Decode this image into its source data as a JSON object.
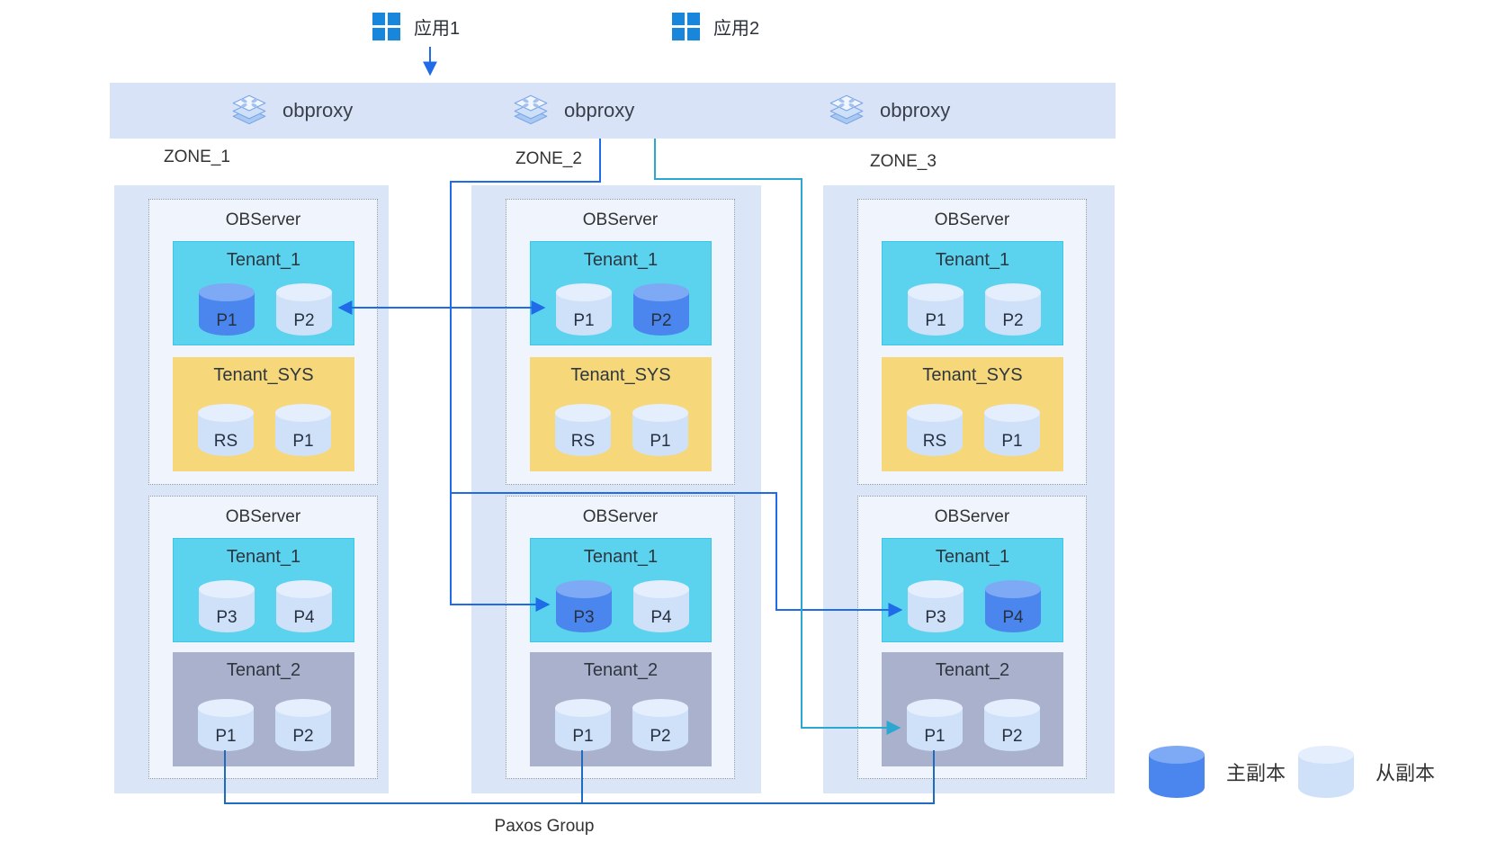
{
  "apps": [
    {
      "label": "应用1"
    },
    {
      "label": "应用2"
    }
  ],
  "obproxy_bar": {
    "items": [
      {
        "label": "obproxy"
      },
      {
        "label": "obproxy"
      },
      {
        "label": "obproxy"
      }
    ]
  },
  "zones": [
    {
      "label": "ZONE_1",
      "servers": [
        {
          "title": "OBServer",
          "tenants": [
            {
              "name": "Tenant_1",
              "type": "user",
              "partitions": [
                {
                  "label": "P1",
                  "role": "leader"
                },
                {
                  "label": "P2",
                  "role": "follower"
                }
              ]
            },
            {
              "name": "Tenant_SYS",
              "type": "sys",
              "partitions": [
                {
                  "label": "RS",
                  "role": "follower"
                },
                {
                  "label": "P1",
                  "role": "follower"
                }
              ]
            }
          ]
        },
        {
          "title": "OBServer",
          "tenants": [
            {
              "name": "Tenant_1",
              "type": "user",
              "partitions": [
                {
                  "label": "P3",
                  "role": "follower"
                },
                {
                  "label": "P4",
                  "role": "follower"
                }
              ]
            },
            {
              "name": "Tenant_2",
              "type": "t2",
              "partitions": [
                {
                  "label": "P1",
                  "role": "follower"
                },
                {
                  "label": "P2",
                  "role": "follower"
                }
              ]
            }
          ]
        }
      ]
    },
    {
      "label": "ZONE_2",
      "servers": [
        {
          "title": "OBServer",
          "tenants": [
            {
              "name": "Tenant_1",
              "type": "user",
              "partitions": [
                {
                  "label": "P1",
                  "role": "follower"
                },
                {
                  "label": "P2",
                  "role": "leader"
                }
              ]
            },
            {
              "name": "Tenant_SYS",
              "type": "sys",
              "partitions": [
                {
                  "label": "RS",
                  "role": "follower"
                },
                {
                  "label": "P1",
                  "role": "follower"
                }
              ]
            }
          ]
        },
        {
          "title": "OBServer",
          "tenants": [
            {
              "name": "Tenant_1",
              "type": "user",
              "partitions": [
                {
                  "label": "P3",
                  "role": "leader"
                },
                {
                  "label": "P4",
                  "role": "follower"
                }
              ]
            },
            {
              "name": "Tenant_2",
              "type": "t2",
              "partitions": [
                {
                  "label": "P1",
                  "role": "follower"
                },
                {
                  "label": "P2",
                  "role": "follower"
                }
              ]
            }
          ]
        }
      ]
    },
    {
      "label": "ZONE_3",
      "servers": [
        {
          "title": "OBServer",
          "tenants": [
            {
              "name": "Tenant_1",
              "type": "user",
              "partitions": [
                {
                  "label": "P1",
                  "role": "follower"
                },
                {
                  "label": "P2",
                  "role": "follower"
                }
              ]
            },
            {
              "name": "Tenant_SYS",
              "type": "sys",
              "partitions": [
                {
                  "label": "RS",
                  "role": "follower"
                },
                {
                  "label": "P1",
                  "role": "follower"
                }
              ]
            }
          ]
        },
        {
          "title": "OBServer",
          "tenants": [
            {
              "name": "Tenant_1",
              "type": "user",
              "partitions": [
                {
                  "label": "P3",
                  "role": "follower"
                },
                {
                  "label": "P4",
                  "role": "leader"
                }
              ]
            },
            {
              "name": "Tenant_2",
              "type": "t2",
              "partitions": [
                {
                  "label": "P1",
                  "role": "follower"
                },
                {
                  "label": "P2",
                  "role": "follower"
                }
              ]
            }
          ]
        }
      ]
    }
  ],
  "paxos": {
    "label": "Paxos Group"
  },
  "legend": {
    "items": [
      {
        "label": "主副本",
        "role": "leader"
      },
      {
        "label": "从副本",
        "role": "follower"
      }
    ]
  },
  "colors": {
    "blue_line": "#1f6be8",
    "teal_line": "#2ba7d0",
    "paxos_line": "#1d6cc2",
    "zone_bg": "#dbe5f8",
    "obproxy_bar_bg": "#d9e3f8",
    "obserser_box_bg": "#eff4fd",
    "tenant_user_bg": "#5bd2ee",
    "tenant_sys_bg": "#f6d87b",
    "tenant_2_bg": "#a9b1cc",
    "leader_cylinder": "#4b86ef",
    "follower_cylinder": "#cfe0f9",
    "app_icon_blue": "#1886da"
  }
}
